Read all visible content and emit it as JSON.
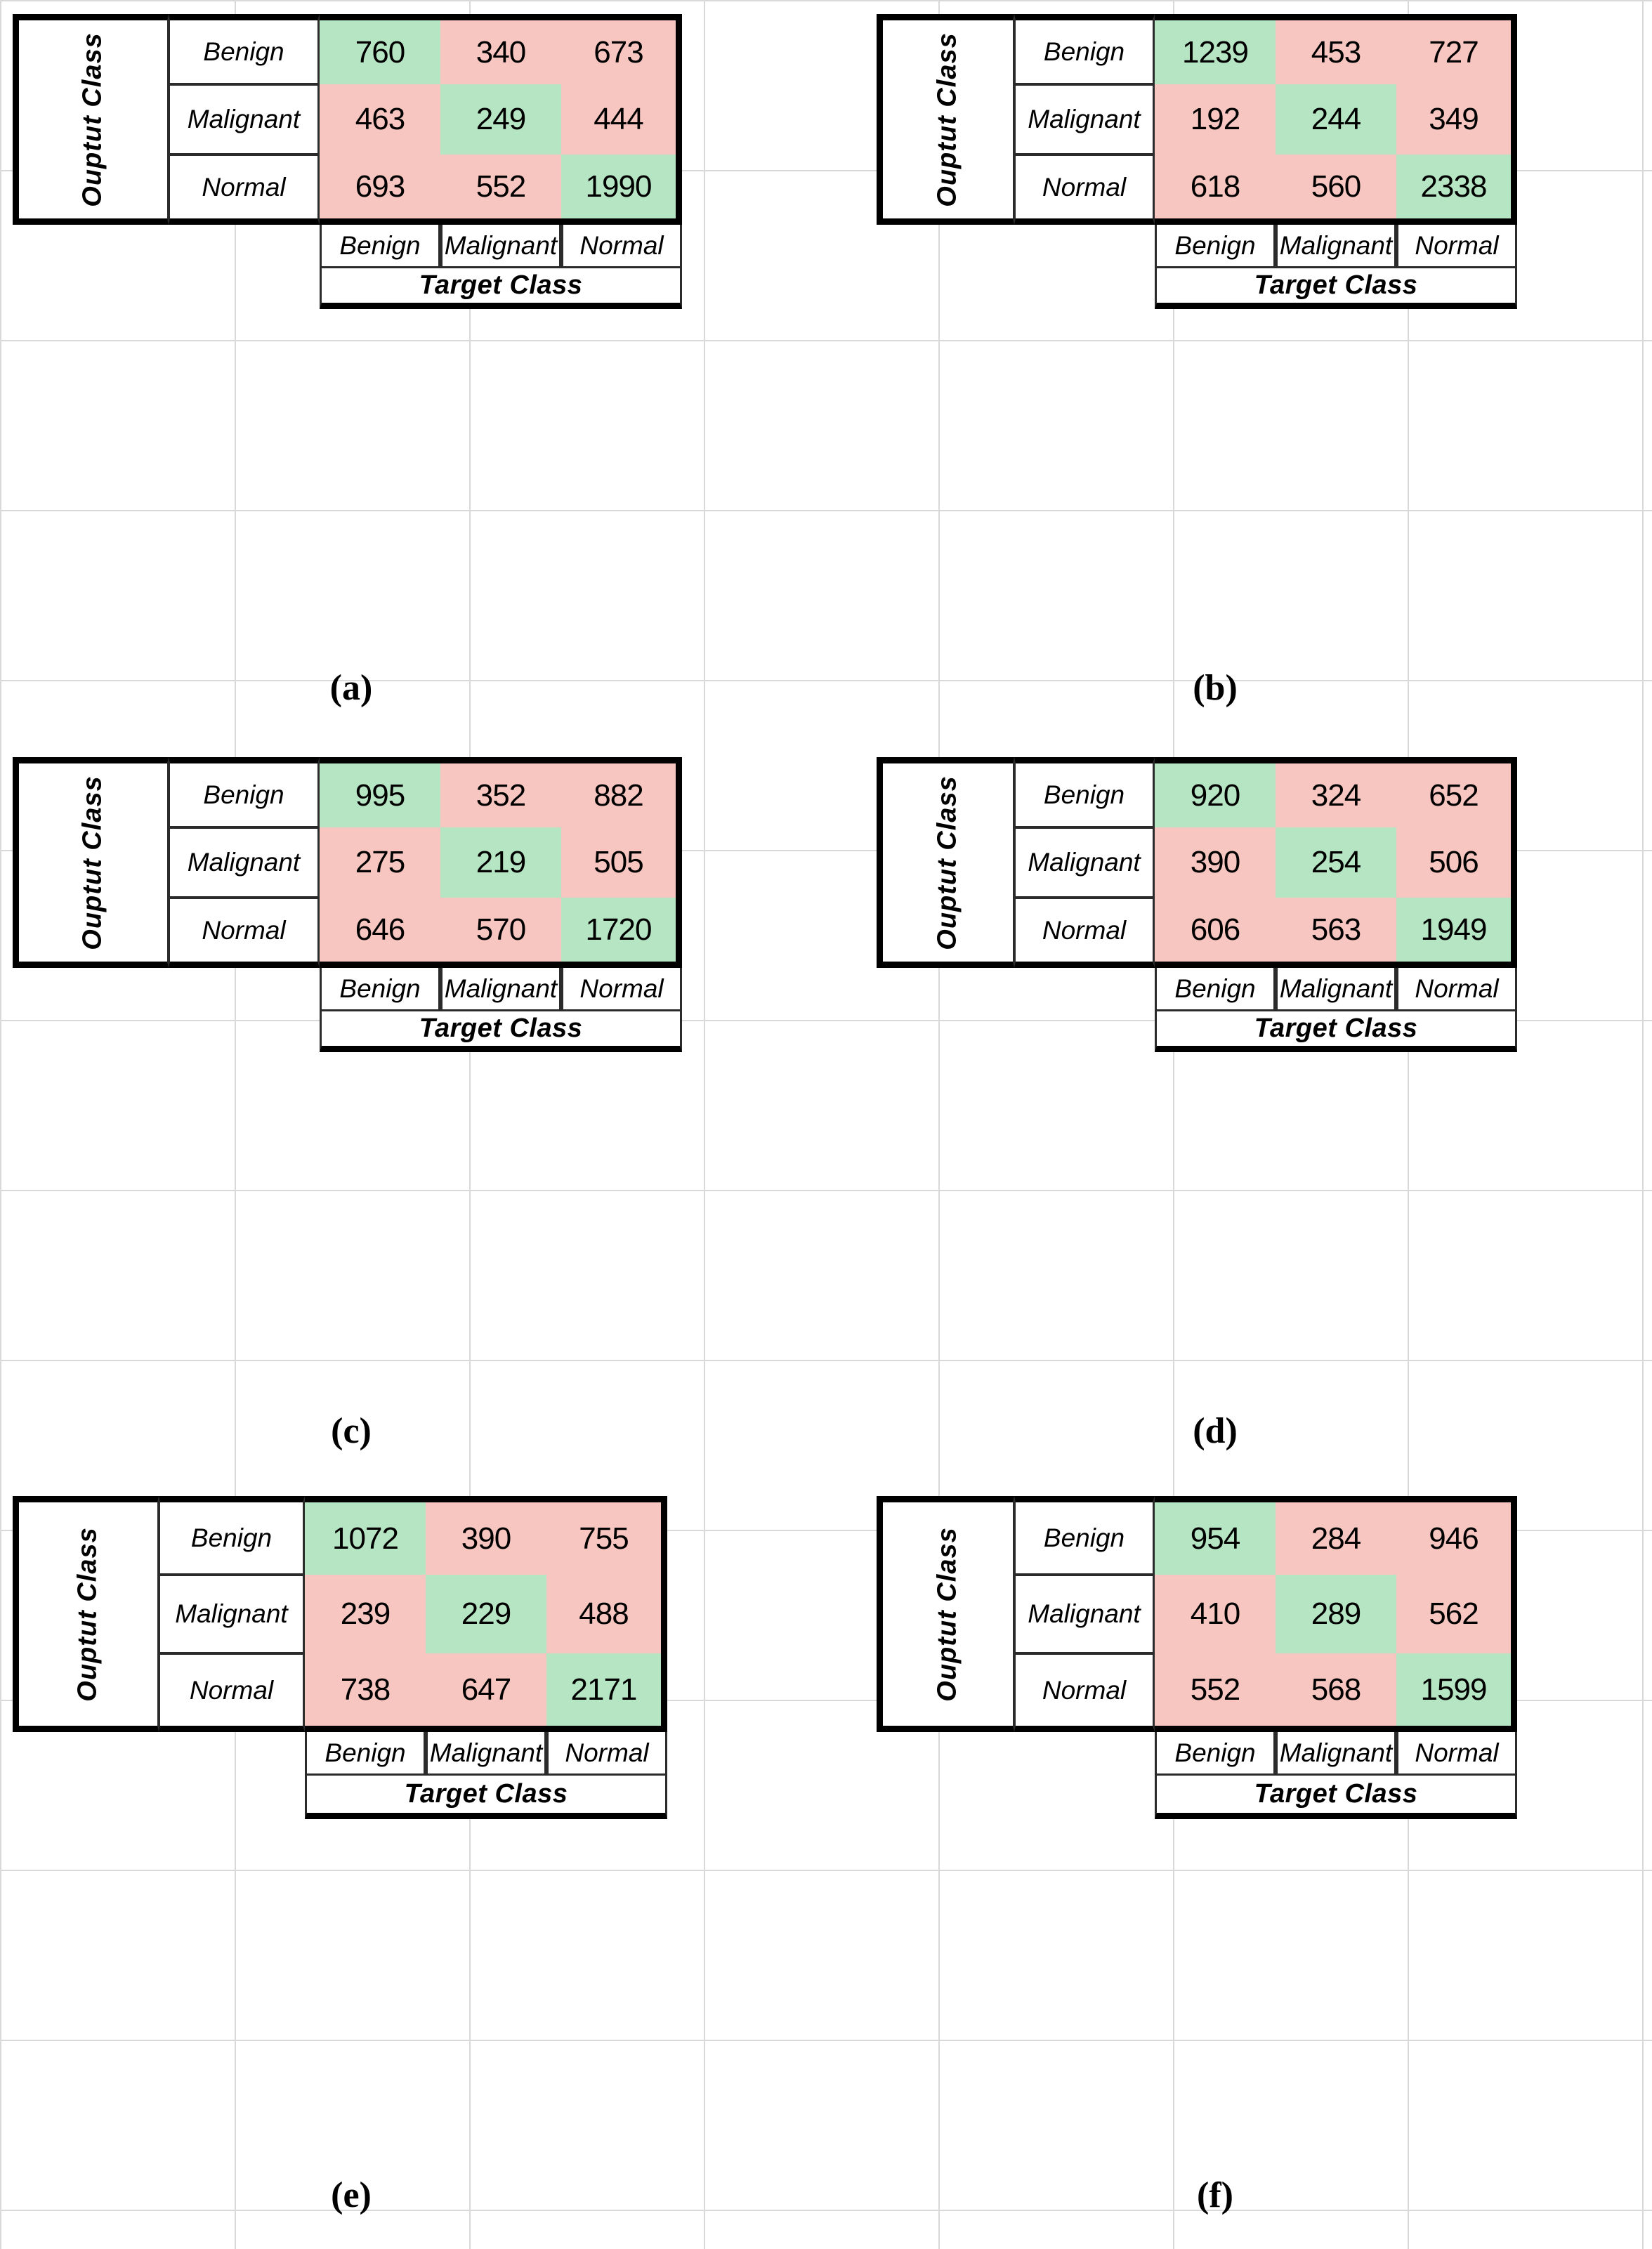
{
  "figure": {
    "type": "confusion-matrix-grid",
    "axis_labels": {
      "y": "Ouptut Class",
      "x": "Target Class"
    },
    "classes": [
      "Benign",
      "Malignant",
      "Normal"
    ],
    "colors": {
      "correct": "#b6e5c3",
      "incorrect": "#f7c6c1",
      "border": "#000000",
      "text": "#000000"
    }
  },
  "panels": [
    {
      "caption": "(a)",
      "row_labels": [
        "Benign",
        "Malignant",
        "Normal"
      ],
      "col_labels": [
        "Benign",
        "Malignant",
        "Normal"
      ],
      "y_title": "Ouptut Class",
      "x_title": "Target Class",
      "rows": [
        [
          "760",
          "340",
          "673"
        ],
        [
          "463",
          "249",
          "444"
        ],
        [
          "693",
          "552",
          "1990"
        ]
      ]
    },
    {
      "caption": "(b)",
      "row_labels": [
        "Benign",
        "Malignant",
        "Normal"
      ],
      "col_labels": [
        "Benign",
        "Malignant",
        "Normal"
      ],
      "y_title": "Ouptut Class",
      "x_title": "Target Class",
      "rows": [
        [
          "1239",
          "453",
          "727"
        ],
        [
          "192",
          "244",
          "349"
        ],
        [
          "618",
          "560",
          "2338"
        ]
      ]
    },
    {
      "caption": "(c)",
      "row_labels": [
        "Benign",
        "Malignant",
        "Normal"
      ],
      "col_labels": [
        "Benign",
        "Malignant",
        "Normal"
      ],
      "y_title": "Ouptut Class",
      "x_title": "Target Class",
      "rows": [
        [
          "995",
          "352",
          "882"
        ],
        [
          "275",
          "219",
          "505"
        ],
        [
          "646",
          "570",
          "1720"
        ]
      ]
    },
    {
      "caption": "(d)",
      "row_labels": [
        "Benign",
        "Malignant",
        "Normal"
      ],
      "col_labels": [
        "Benign",
        "Malignant",
        "Normal"
      ],
      "y_title": "Ouptut Class",
      "x_title": "Target Class",
      "rows": [
        [
          "920",
          "324",
          "652"
        ],
        [
          "390",
          "254",
          "506"
        ],
        [
          "606",
          "563",
          "1949"
        ]
      ]
    },
    {
      "caption": "(e)",
      "row_labels": [
        "Benign",
        "Malignant",
        "Normal"
      ],
      "col_labels": [
        "Benign",
        "Malignant",
        "Normal"
      ],
      "y_title": "Ouptut Class",
      "x_title": "Target Class",
      "rows": [
        [
          "1072",
          "390",
          "755"
        ],
        [
          "239",
          "229",
          "488"
        ],
        [
          "738",
          "647",
          "2171"
        ]
      ]
    },
    {
      "caption": "(f)",
      "row_labels": [
        "Benign",
        "Malignant",
        "Normal"
      ],
      "col_labels": [
        "Benign",
        "Malignant",
        "Normal"
      ],
      "y_title": "Ouptut Class",
      "x_title": "Target Class",
      "rows": [
        [
          "954",
          "284",
          "946"
        ],
        [
          "410",
          "289",
          "562"
        ],
        [
          "552",
          "568",
          "1599"
        ]
      ]
    }
  ],
  "chart_data": {
    "type": "table",
    "title": "",
    "subplots": [
      {
        "label": "(a)",
        "matrix": [
          [
            760,
            340,
            673
          ],
          [
            463,
            249,
            444
          ],
          [
            693,
            552,
            1990
          ]
        ],
        "row_categories": [
          "Benign",
          "Malignant",
          "Normal"
        ],
        "col_categories": [
          "Benign",
          "Malignant",
          "Normal"
        ],
        "xlabel": "Target Class",
        "ylabel": "Ouptut Class"
      },
      {
        "label": "(b)",
        "matrix": [
          [
            1239,
            453,
            727
          ],
          [
            192,
            244,
            349
          ],
          [
            618,
            560,
            2338
          ]
        ],
        "row_categories": [
          "Benign",
          "Malignant",
          "Normal"
        ],
        "col_categories": [
          "Benign",
          "Malignant",
          "Normal"
        ],
        "xlabel": "Target Class",
        "ylabel": "Ouptut Class"
      },
      {
        "label": "(c)",
        "matrix": [
          [
            995,
            352,
            882
          ],
          [
            275,
            219,
            505
          ],
          [
            646,
            570,
            1720
          ]
        ],
        "row_categories": [
          "Benign",
          "Malignant",
          "Normal"
        ],
        "col_categories": [
          "Benign",
          "Malignant",
          "Normal"
        ],
        "xlabel": "Target Class",
        "ylabel": "Ouptut Class"
      },
      {
        "label": "(d)",
        "matrix": [
          [
            920,
            324,
            652
          ],
          [
            390,
            254,
            506
          ],
          [
            606,
            563,
            1949
          ]
        ],
        "row_categories": [
          "Benign",
          "Malignant",
          "Normal"
        ],
        "col_categories": [
          "Benign",
          "Malignant",
          "Normal"
        ],
        "xlabel": "Target Class",
        "ylabel": "Ouptut Class"
      },
      {
        "label": "(e)",
        "matrix": [
          [
            1072,
            390,
            755
          ],
          [
            239,
            229,
            488
          ],
          [
            738,
            647,
            2171
          ]
        ],
        "row_categories": [
          "Benign",
          "Malignant",
          "Normal"
        ],
        "col_categories": [
          "Benign",
          "Malignant",
          "Normal"
        ],
        "xlabel": "Target Class",
        "ylabel": "Ouptut Class"
      },
      {
        "label": "(f)",
        "matrix": [
          [
            954,
            284,
            946
          ],
          [
            410,
            289,
            562
          ],
          [
            552,
            568,
            1599
          ]
        ],
        "row_categories": [
          "Benign",
          "Malignant",
          "Normal"
        ],
        "col_categories": [
          "Benign",
          "Malignant",
          "Normal"
        ],
        "xlabel": "Target Class",
        "ylabel": "Ouptut Class"
      }
    ]
  }
}
